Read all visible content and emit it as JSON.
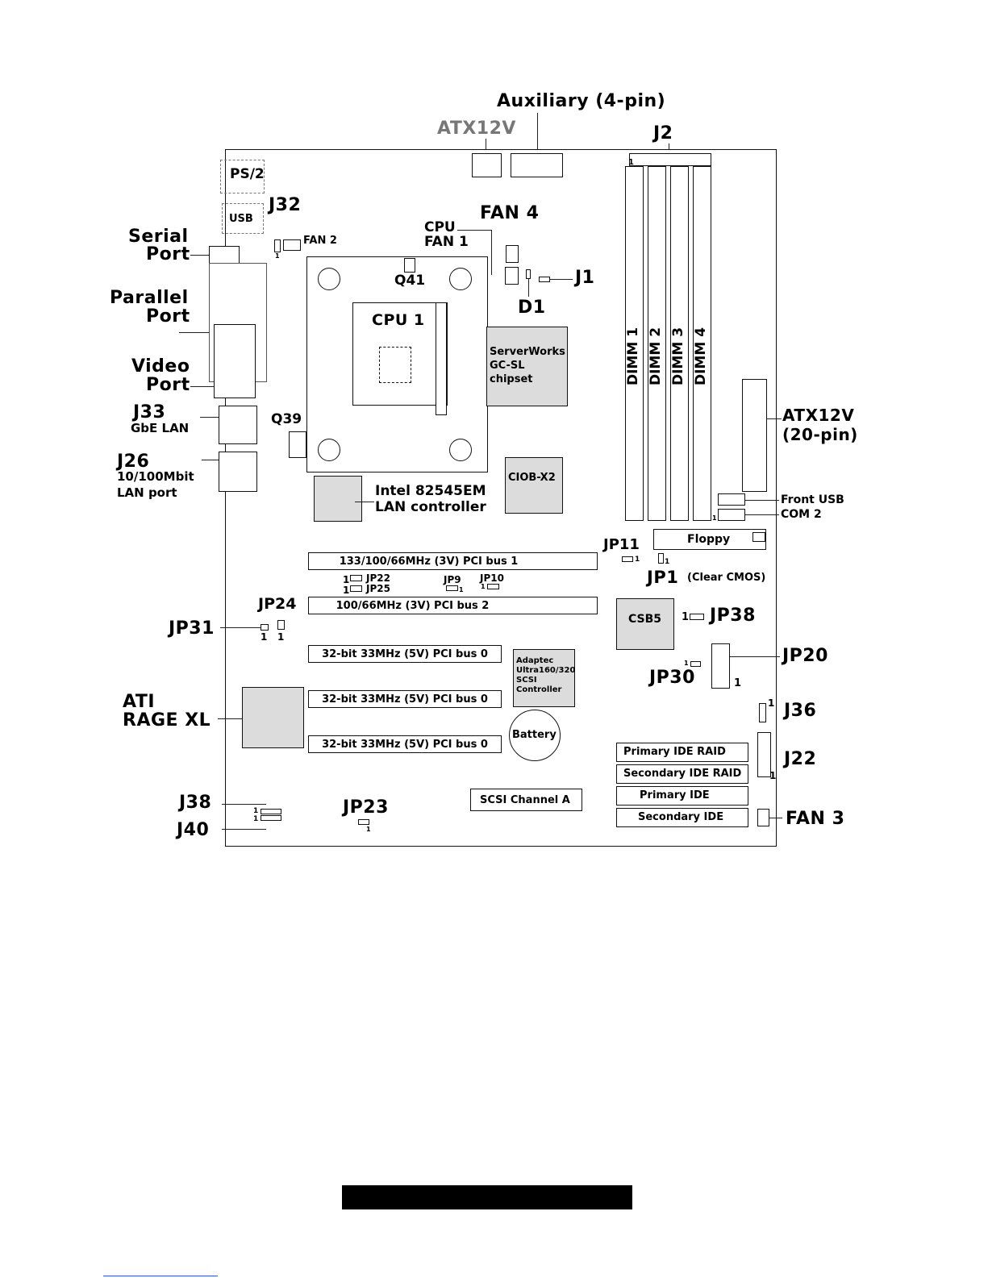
{
  "labels": {
    "auxiliary": "Auxiliary (4-pin)",
    "atx12v_top": "ATX12V",
    "j2": "J2",
    "ps2": "PS/2",
    "usb": "USB",
    "j32": "J32",
    "fan2": "FAN 2",
    "cpu_fan1_a": "CPU",
    "cpu_fan1_b": "FAN 1",
    "fan4": "FAN 4",
    "serial_a": "Serial",
    "serial_b": "Port",
    "q41": "Q41",
    "j1": "J1",
    "d1": "D1",
    "parallel_a": "Parallel",
    "parallel_b": "Port",
    "cpu1": "CPU 1",
    "serverworks_a": "ServerWorks",
    "serverworks_b": "GC-SL",
    "serverworks_c": "chipset",
    "dimm1": "DIMM 1",
    "dimm2": "DIMM 2",
    "dimm3": "DIMM 3",
    "dimm4": "DIMM 4",
    "video_a": "Video",
    "video_b": "Port",
    "j33": "J33",
    "gbe_lan": "GbE LAN",
    "q39": "Q39",
    "atx20_a": "ATX12V",
    "atx20_b": "(20-pin)",
    "j26": "J26",
    "lan100_a": "10/100Mbit",
    "lan100_b": "LAN port",
    "ciob": "CIOB-X2",
    "intel_a": "Intel 82545EM",
    "intel_b": "LAN controller",
    "front_usb": "Front USB",
    "com2": "COM 2",
    "jp11": "JP11",
    "floppy": "Floppy",
    "pci1": "133/100/66MHz (3V) PCI bus 1",
    "jp1": "JP1",
    "clear_cmos": "(Clear CMOS)",
    "jp22": "JP22",
    "jp25": "JP25",
    "jp9": "JP9",
    "jp10": "JP10",
    "jp24": "JP24",
    "pci2": "100/66MHz (3V) PCI bus 2",
    "csb5": "CSB5",
    "jp38": "JP38",
    "jp31": "JP31",
    "pci0_a": "32-bit 33MHz (5V) PCI bus 0",
    "pci0_b": "32-bit 33MHz (5V) PCI bus 0",
    "pci0_c": "32-bit 33MHz (5V) PCI bus 0",
    "adaptec_a": "Adaptec",
    "adaptec_b": "Ultra160/320",
    "adaptec_c": "SCSI",
    "adaptec_d": "Controller",
    "jp20": "JP20",
    "jp30": "JP30",
    "ati_a": "ATI",
    "ati_b": "RAGE XL",
    "j36": "J36",
    "battery": "Battery",
    "primary_ide_raid": "Primary IDE RAID",
    "j22": "J22",
    "secondary_ide_raid": "Secondary IDE RAID",
    "j38": "J38",
    "jp23": "JP23",
    "scsi_channel_a": "SCSI Channel A",
    "primary_ide": "Primary IDE",
    "j40": "J40",
    "secondary_ide": "Secondary IDE",
    "fan3": "FAN 3",
    "pin_one": "1"
  }
}
